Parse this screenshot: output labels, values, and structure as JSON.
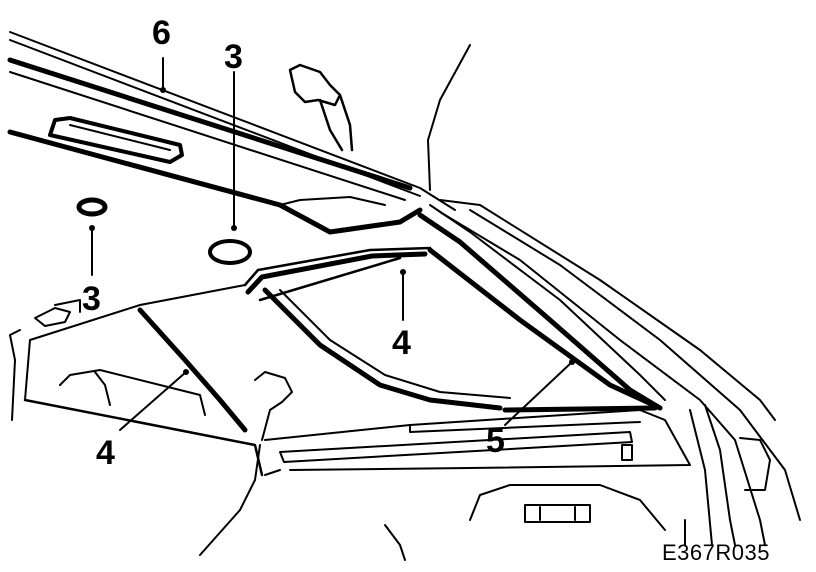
{
  "callouts": {
    "headliner": "6",
    "plug_center": "3",
    "plug_left": "3",
    "trim_center": "4",
    "trim_left": "4",
    "trim_lower": "5"
  },
  "figure_code": "E367R035",
  "colors": {
    "ink": "#000000",
    "paper": "#ffffff"
  }
}
